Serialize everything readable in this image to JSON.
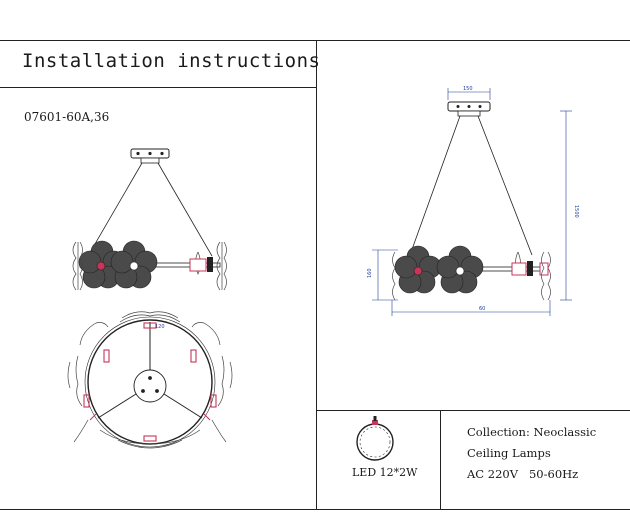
{
  "header": {
    "title": "Installation instructions"
  },
  "model": {
    "code": "07601-60A,36"
  },
  "dimensions": {
    "canopy_width": "150",
    "height": "1500",
    "diameter": "60",
    "lamp_height": "160",
    "ring_marker": "120"
  },
  "led": {
    "label": "LED 12*2W"
  },
  "spec": {
    "collection": "Collection: Neoclassic",
    "category": "Ceiling Lamps",
    "power": "AC 220V   50-60Hz"
  },
  "colors": {
    "line": "#222222",
    "dimension": "#1f3e9a",
    "accent": "#c8345a",
    "petal": "#4a4a4a"
  }
}
